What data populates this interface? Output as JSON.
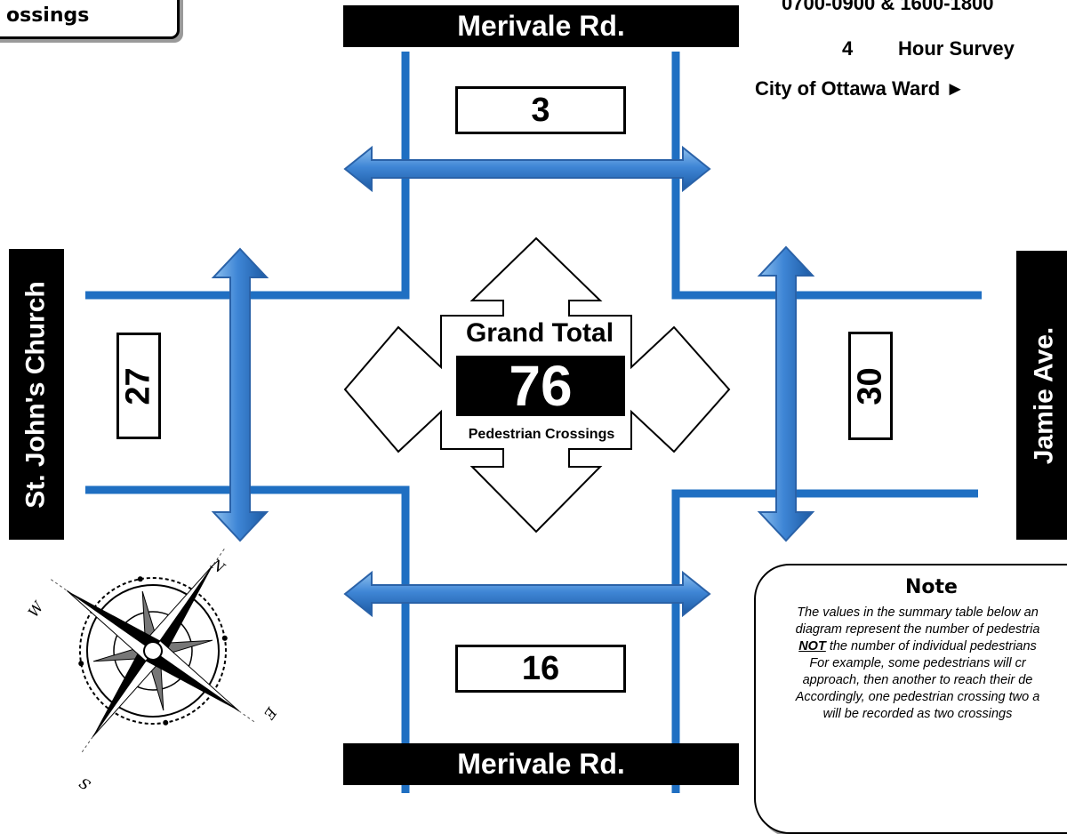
{
  "title": {
    "text": "ossings"
  },
  "info": {
    "hours": "0700-0900 & 1600-1800",
    "survey_hours": "4",
    "survey_label": "Hour Survey",
    "ward_label": "City of Ottawa Ward ►"
  },
  "streets": {
    "north": "Merivale Rd.",
    "south": "Merivale Rd.",
    "west": "St. John's Church",
    "east": "Jamie Ave."
  },
  "counts": {
    "north": "3",
    "south": "16",
    "west": "27",
    "east": "30"
  },
  "grand_total": {
    "label": "Grand Total",
    "value": "76",
    "sublabel": "Pedestrian Crossings"
  },
  "compass": {
    "n": "N",
    "e": "E",
    "s": "S",
    "w": "W"
  },
  "note": {
    "title": "Note",
    "line1": "The values in the summary table below an",
    "line2": "diagram represent the number of pedestria",
    "line3_emph": "NOT",
    "line3_rest": " the number of individual pedestrians",
    "line4": "For example, some pedestrians will cr",
    "line5": "approach, then another to reach their de",
    "line6": "Accordingly, one pedestrian crossing two a",
    "line7": "will be recorded as two crossings"
  },
  "colors": {
    "road_line": "#1f6fc2",
    "arrow_fill": "#3f86d6",
    "arrow_edge": "#2a62a8",
    "street_bar": "#000000"
  }
}
